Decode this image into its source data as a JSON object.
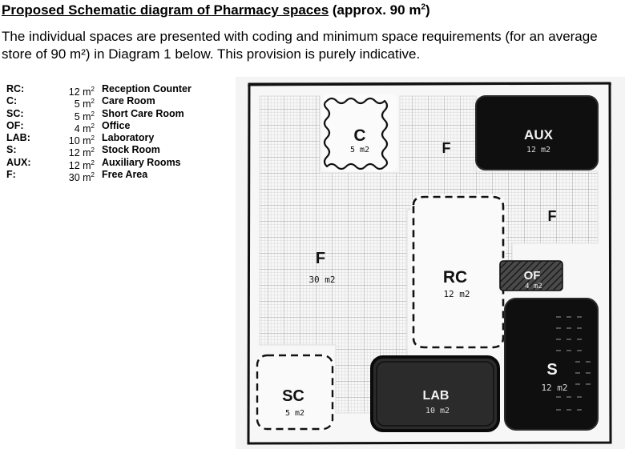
{
  "title": {
    "underlined": "Proposed Schematic diagram of Pharmacy spaces",
    "rest": " (approx. 90 m",
    "sup": "2",
    "close": ")"
  },
  "intro": "The individual spaces are presented with coding and minimum space requirements (for an average store of 90 m²) in Diagram 1 below. This provision is purely indicative.",
  "legend": [
    {
      "code": "RC:",
      "num": "12 m",
      "sup": "2",
      "name": "Reception Counter"
    },
    {
      "code": "C:",
      "num": "5 m",
      "sup": "2",
      "name": "Care Room"
    },
    {
      "code": "SC:",
      "num": "5 m",
      "sup": "2",
      "name": "Short Care Room"
    },
    {
      "code": "OF:",
      "num": "4 m",
      "sup": "2",
      "name": "Office"
    },
    {
      "code": "LAB:",
      "num": "10 m",
      "sup": "2",
      "name": "Laboratory"
    },
    {
      "code": "S:",
      "num": "12 m",
      "sup": "2",
      "name": "Stock Room"
    },
    {
      "code": "AUX:",
      "num": "12 m",
      "sup": "2",
      "name": "Auxiliary Rooms"
    },
    {
      "code": "F:",
      "num": "30 m",
      "sup": "2",
      "name": "Free Area"
    }
  ],
  "diagram": {
    "c": {
      "label": "C",
      "size": "5 m2"
    },
    "f_top": {
      "label": "F"
    },
    "aux": {
      "label": "AUX",
      "size": "12 m2"
    },
    "f_right": {
      "label": "F"
    },
    "f_main": {
      "label": "F",
      "size": "30 m2"
    },
    "rc": {
      "label": "RC",
      "size": "12 m2"
    },
    "of": {
      "label": "OF",
      "size": "4 m2"
    },
    "s": {
      "label": "S",
      "size": "12 m2"
    },
    "sc": {
      "label": "SC",
      "size": "5 m2"
    },
    "lab": {
      "label": "LAB",
      "size": "10 m2"
    }
  },
  "colors": {
    "dark_room": "#111111",
    "lab_room": "#2b2b2b",
    "grid_fill": "#e6e6e6",
    "page": "#ffffff"
  }
}
